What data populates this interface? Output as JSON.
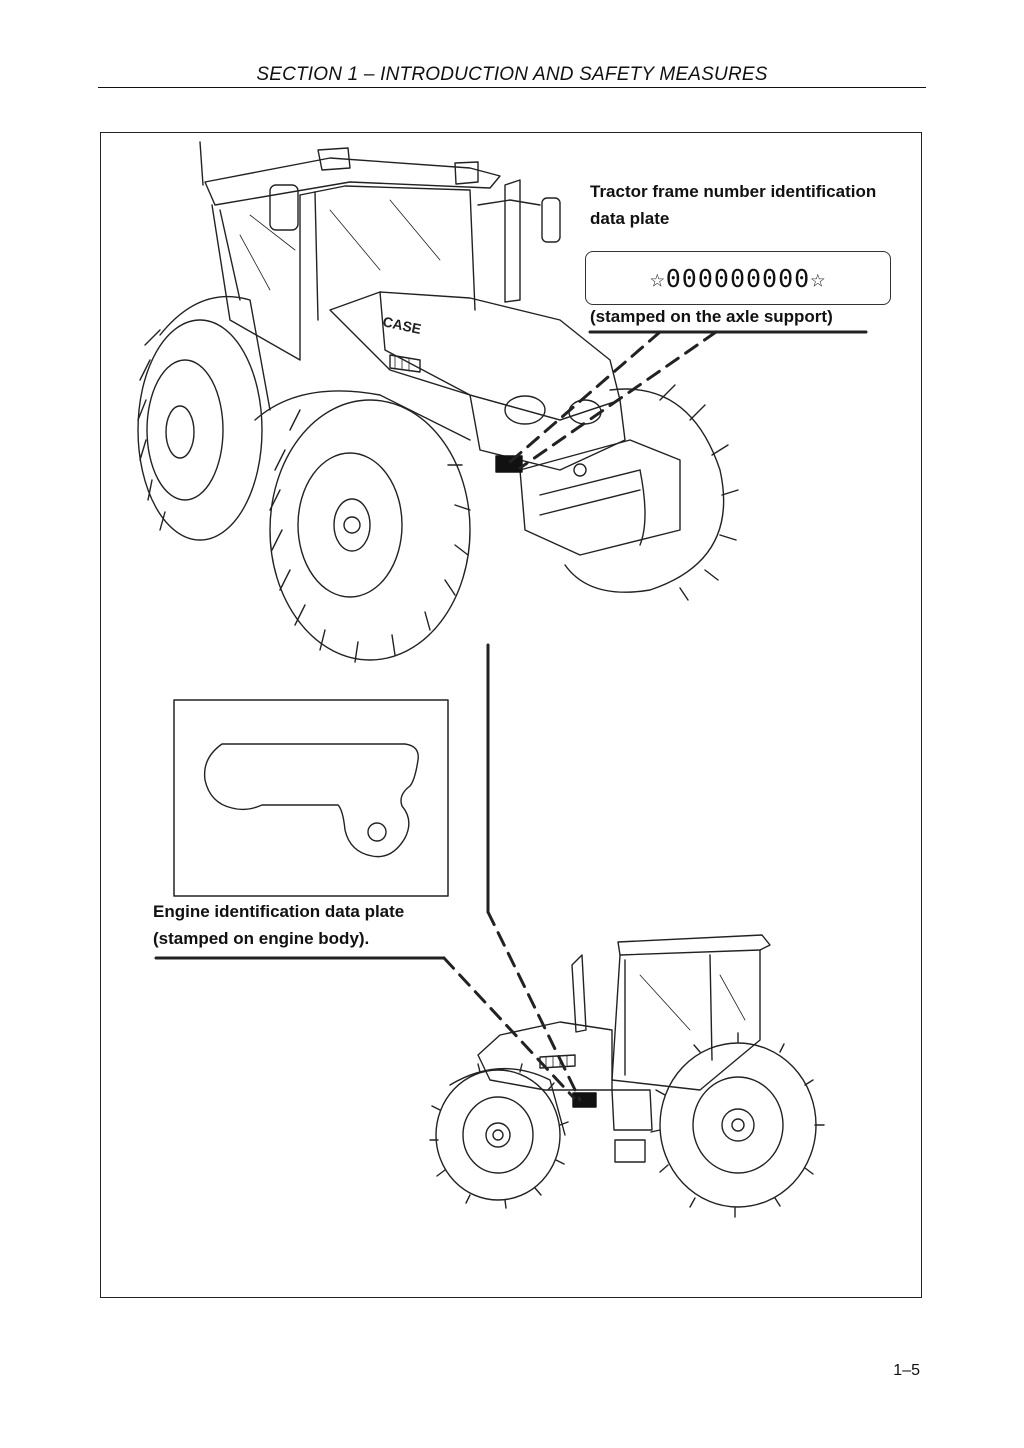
{
  "header": {
    "section_title": "SECTION 1  – INTRODUCTION AND SAFETY MEASURES"
  },
  "frame_plate": {
    "title_line1": "Tractor frame number identification",
    "title_line2": "data plate",
    "serial_number": "☆000000000☆",
    "note": "(stamped on the axle support)"
  },
  "engine_plate": {
    "title": "Engine identification data plate",
    "note": "(stamped on engine body)."
  },
  "brand_decal": "CASE",
  "footer": {
    "page_number": "1–5"
  }
}
